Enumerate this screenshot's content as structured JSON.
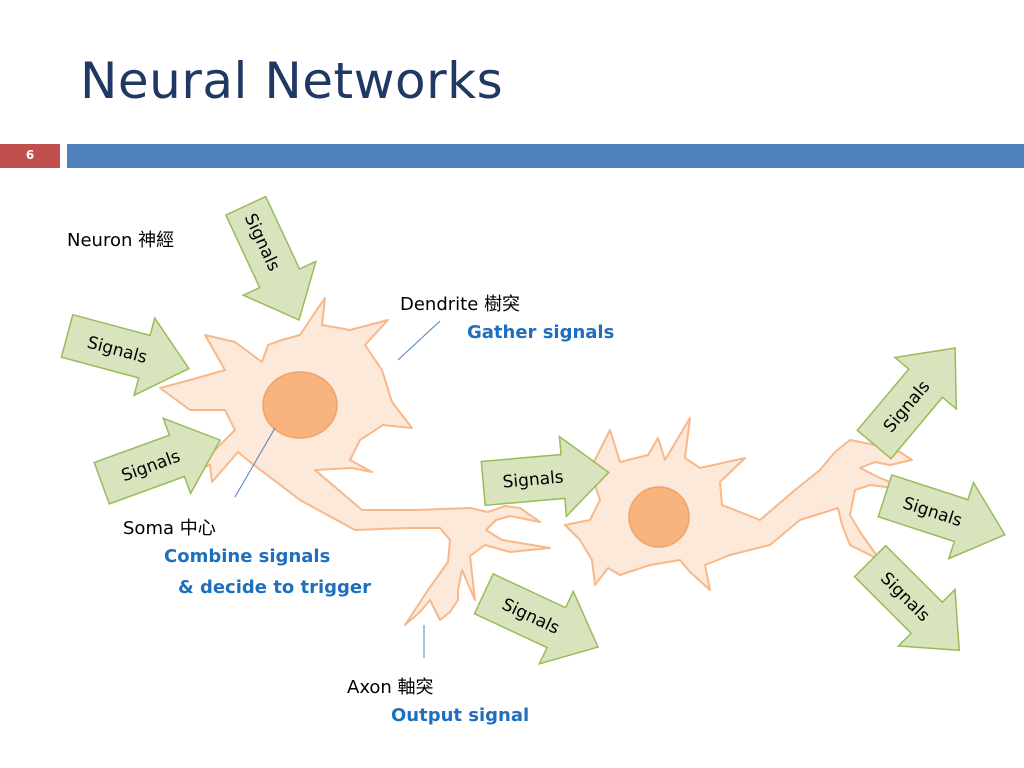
{
  "slide": {
    "title": "Neural Networks",
    "number": "6"
  },
  "diagram": {
    "neuron_label": "Neuron 神經",
    "dendrite_label": "Dendrite 樹突",
    "dendrite_desc": "Gather signals",
    "soma_label": "Soma 中心",
    "soma_desc1": "Combine signals",
    "soma_desc2": "& decide to trigger",
    "axon_label": "Axon 軸突",
    "axon_desc": "Output signal",
    "arrow_text": "Signals"
  },
  "colors": {
    "title": "#1f3864",
    "accent_bar": "#4f81bd",
    "slide_number_bg": "#c0504d",
    "arrow_fill": "#d7e4bd",
    "arrow_stroke": "#9bbb59",
    "cell_fill": "#fde9d9",
    "cell_stroke": "#f7b88a",
    "nucleus": "#f8b47c",
    "description": "#1f6fbf"
  }
}
